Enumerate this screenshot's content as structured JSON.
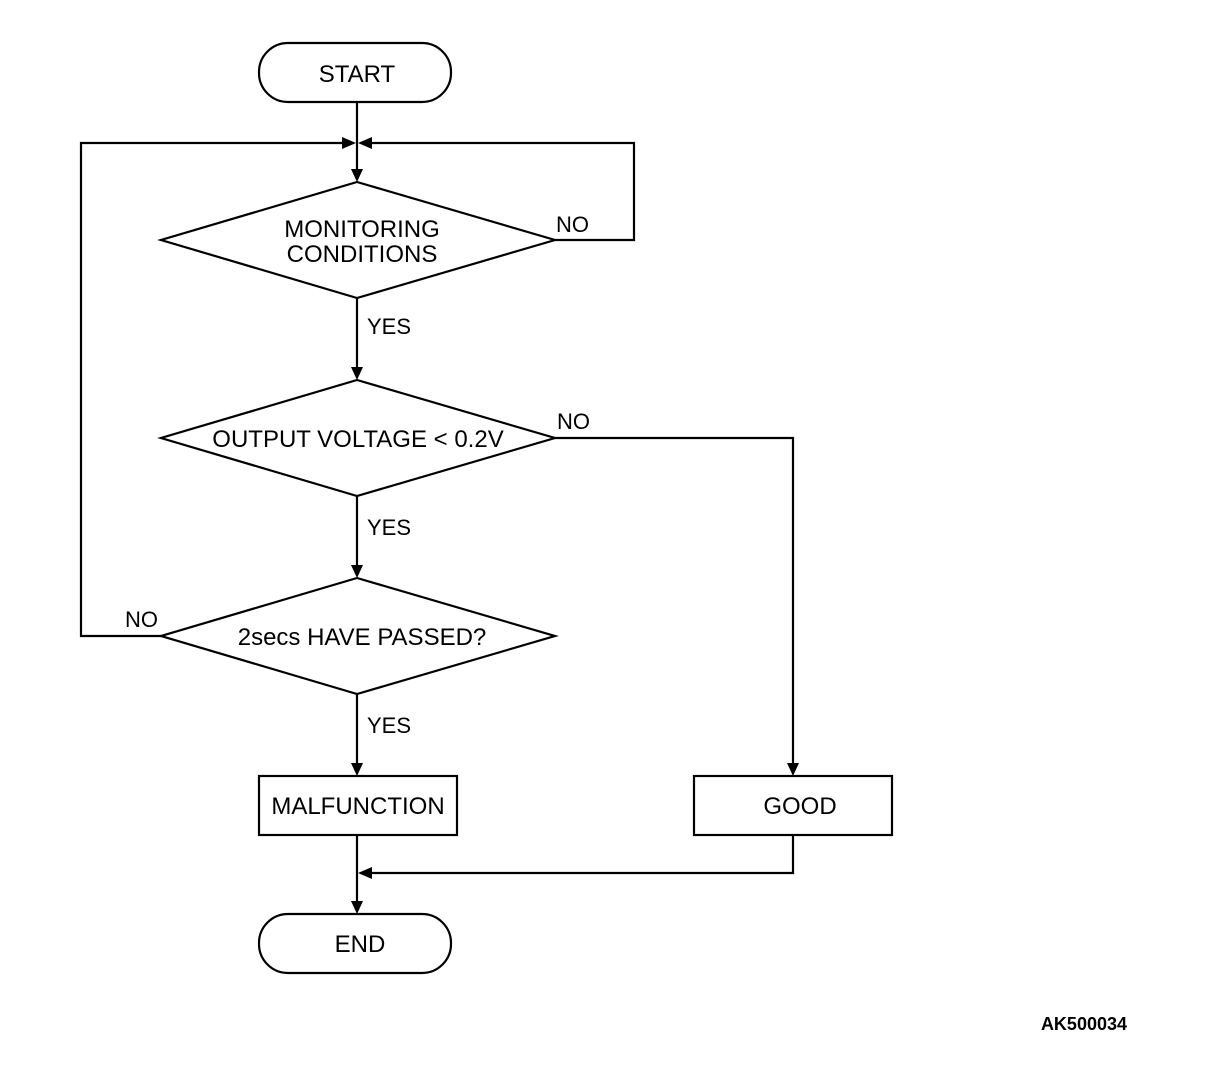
{
  "nodes": {
    "start": "START",
    "monitoring": [
      "MONITORING",
      "CONDITIONS"
    ],
    "voltage": "OUTPUT VOLTAGE < 0.2V",
    "time": "2secs HAVE PASSED?",
    "malfunction": "MALFUNCTION",
    "good": "GOOD",
    "end": "END"
  },
  "edges": {
    "monitoring_yes": "YES",
    "monitoring_no": "NO",
    "voltage_yes": "YES",
    "voltage_no": "NO",
    "time_yes": "YES",
    "time_no": "NO"
  },
  "figure_id": "AK500034"
}
